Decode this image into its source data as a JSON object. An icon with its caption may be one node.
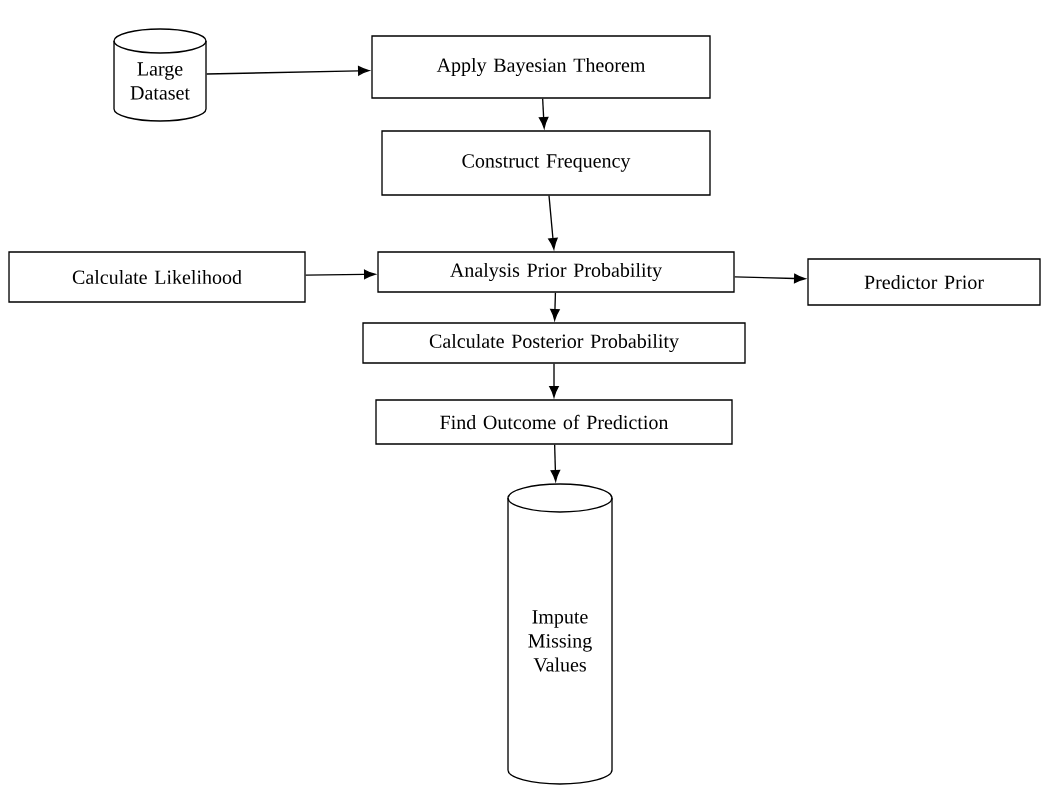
{
  "diagram": {
    "nodes": [
      {
        "text": [
          "Large Dataset"
        ]
      },
      {
        "text": [
          "Apply Bayesian Theorem"
        ]
      },
      {
        "text": [
          "Construct Frequency"
        ]
      },
      {
        "text": [
          "Analysis Prior Probability"
        ]
      },
      {
        "text": [
          "Calculate Likelihood"
        ]
      },
      {
        "text": [
          "Predictor Prior"
        ]
      },
      {
        "text": [
          "Calculate Posterior Probability"
        ]
      },
      {
        "text": [
          "Find Outcome of Prediction"
        ]
      },
      {
        "text": [
          "Impute Missing Values"
        ]
      }
    ],
    "edges": [
      {
        "from": 0,
        "to": 1,
        "arrow": "to"
      },
      {
        "from": 1,
        "to": 2,
        "arrow": "to"
      },
      {
        "from": 2,
        "to": 3,
        "arrow": "to"
      },
      {
        "from": 4,
        "to": 3,
        "arrow": "to"
      },
      {
        "from": 3,
        "to": 5,
        "arrow": "to"
      },
      {
        "from": 3,
        "to": 6,
        "arrow": "to"
      },
      {
        "from": 6,
        "to": 7,
        "arrow": "to"
      },
      {
        "from": 7,
        "to": 8,
        "arrow": "to"
      }
    ]
  }
}
